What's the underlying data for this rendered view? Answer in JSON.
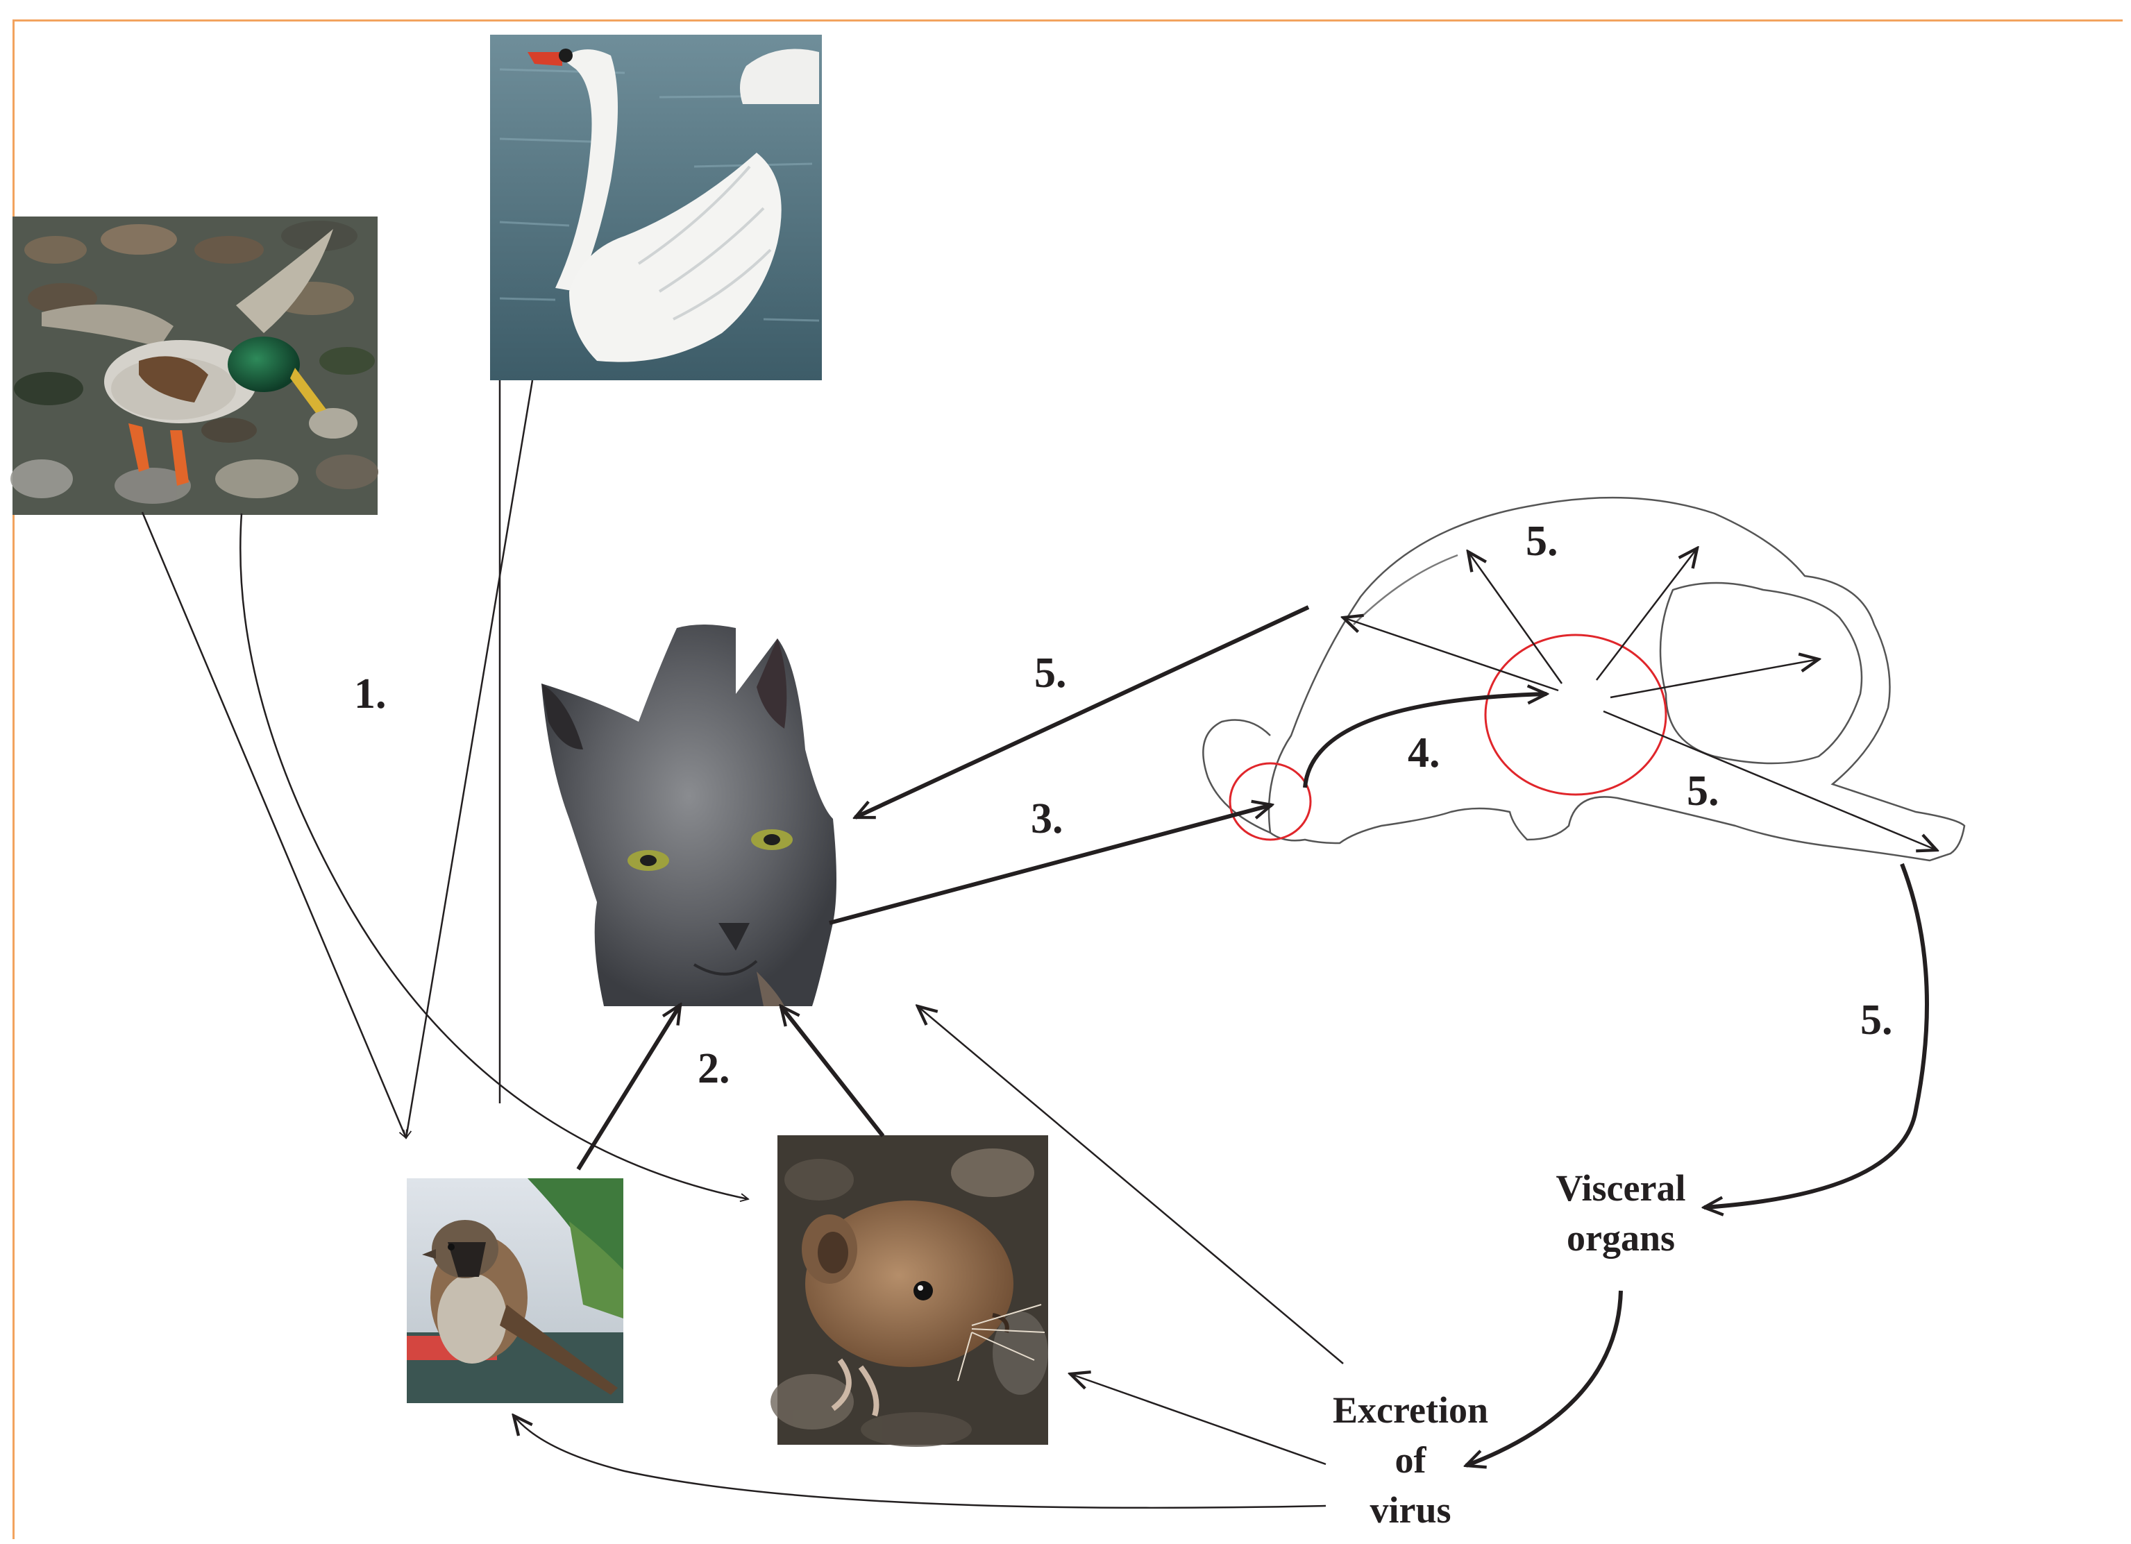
{
  "labels": {
    "step1": "1.",
    "step2": "2.",
    "step3": "3.",
    "step4": "4.",
    "step5a": "5.",
    "step5b": "5.",
    "step5c": "5.",
    "step5d": "5.",
    "visceral_line1": "Visceral",
    "visceral_line2": "organs",
    "excretion_line1": "Excretion",
    "excretion_line2": "of",
    "excretion_line3": "virus"
  },
  "colors": {
    "frame": "#f2a35e",
    "arrow": "#231f20",
    "highlight_circle": "#e0262b"
  },
  "images": {
    "mallard_ducks": "photo-mallard-duck-flock",
    "swan": "photo-mute-swan",
    "cat": "photo-grey-cat",
    "sparrow": "photo-house-sparrow",
    "vole": "photo-bank-vole",
    "brain": "drawing-cat-brain-sagittal"
  }
}
